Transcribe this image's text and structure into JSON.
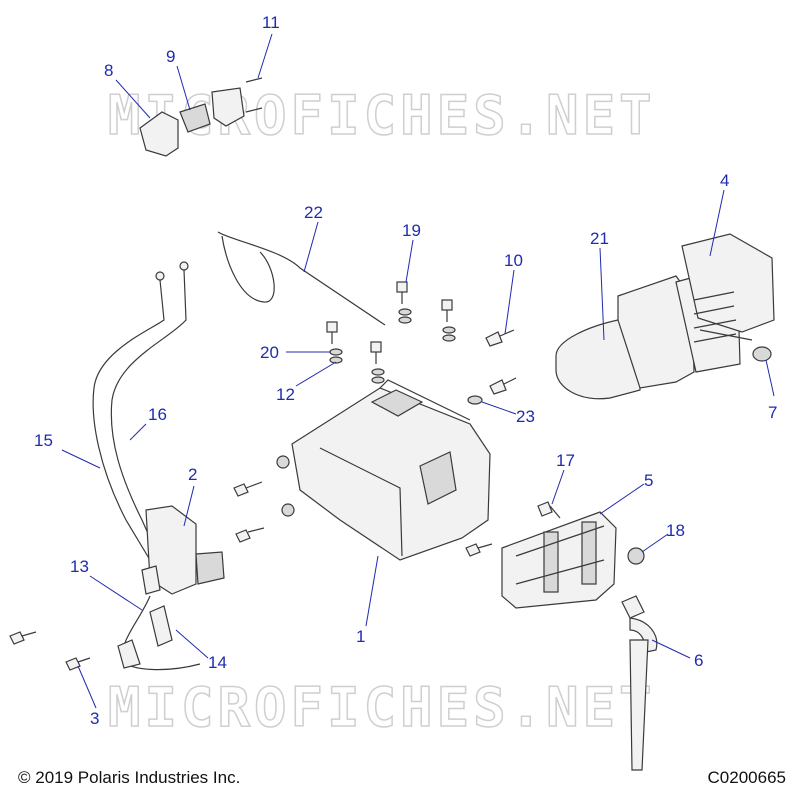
{
  "watermark": "MICROFICHES.NET",
  "footer": {
    "copyright": "© 2019 Polaris Industries Inc.",
    "code": "C0200665"
  },
  "callouts": [
    {
      "id": "1",
      "label": "1"
    },
    {
      "id": "2",
      "label": "2"
    },
    {
      "id": "3",
      "label": "3"
    },
    {
      "id": "4",
      "label": "4"
    },
    {
      "id": "5",
      "label": "5"
    },
    {
      "id": "6",
      "label": "6"
    },
    {
      "id": "7",
      "label": "7"
    },
    {
      "id": "8",
      "label": "8"
    },
    {
      "id": "9",
      "label": "9"
    },
    {
      "id": "10",
      "label": "10"
    },
    {
      "id": "11",
      "label": "11"
    },
    {
      "id": "12",
      "label": "12"
    },
    {
      "id": "13",
      "label": "13"
    },
    {
      "id": "14",
      "label": "14"
    },
    {
      "id": "15",
      "label": "15"
    },
    {
      "id": "16",
      "label": "16"
    },
    {
      "id": "17",
      "label": "17"
    },
    {
      "id": "18",
      "label": "18"
    },
    {
      "id": "19",
      "label": "19"
    },
    {
      "id": "20",
      "label": "20"
    },
    {
      "id": "21",
      "label": "21"
    },
    {
      "id": "22",
      "label": "22"
    },
    {
      "id": "23",
      "label": "23"
    }
  ],
  "colors": {
    "callout": "#1f2bb0",
    "line_art": "#3a3a3a",
    "watermark": "#cfcfcf"
  }
}
